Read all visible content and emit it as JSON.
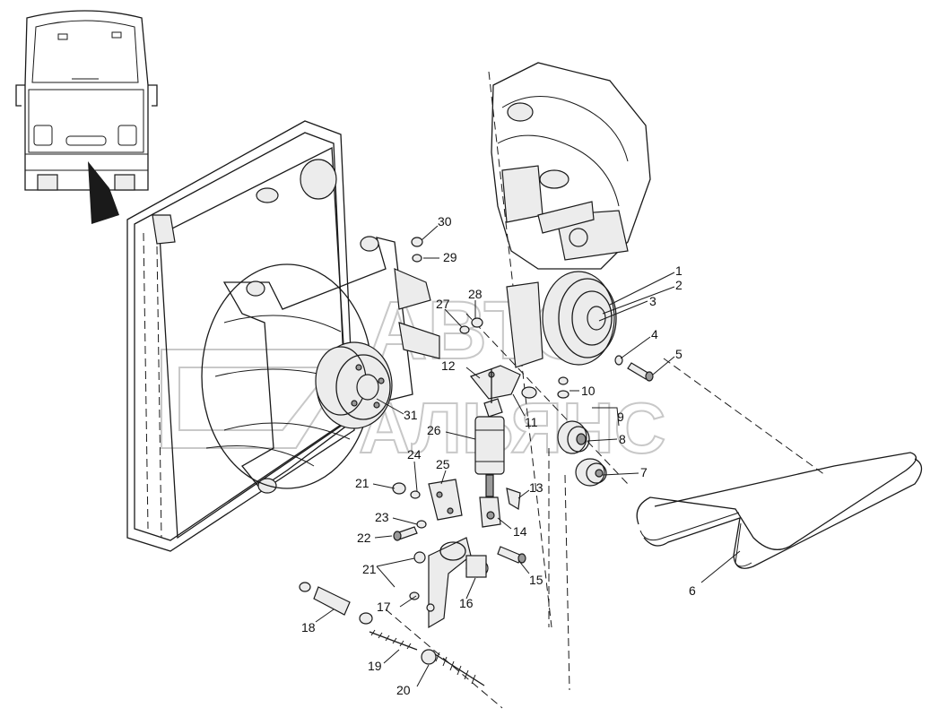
{
  "watermark": {
    "line1": "АВТО",
    "line2": "АЛЬЯНС"
  },
  "callouts": [
    {
      "id": "c1",
      "text": "1"
    },
    {
      "id": "c2",
      "text": "2"
    },
    {
      "id": "c3",
      "text": "3"
    },
    {
      "id": "c4",
      "text": "4"
    },
    {
      "id": "c5",
      "text": "5"
    },
    {
      "id": "c6",
      "text": "6"
    },
    {
      "id": "c7",
      "text": "7"
    },
    {
      "id": "c8",
      "text": "8"
    },
    {
      "id": "c9",
      "text": "9"
    },
    {
      "id": "c10",
      "text": "10"
    },
    {
      "id": "c11",
      "text": "11"
    },
    {
      "id": "c12",
      "text": "12"
    },
    {
      "id": "c13",
      "text": "13"
    },
    {
      "id": "c14",
      "text": "14"
    },
    {
      "id": "c15",
      "text": "15"
    },
    {
      "id": "c16",
      "text": "16"
    },
    {
      "id": "c17",
      "text": "17"
    },
    {
      "id": "c18",
      "text": "18"
    },
    {
      "id": "c19",
      "text": "19"
    },
    {
      "id": "c20",
      "text": "20"
    },
    {
      "id": "c21a",
      "text": "21"
    },
    {
      "id": "c21b",
      "text": "21"
    },
    {
      "id": "c22",
      "text": "22"
    },
    {
      "id": "c23",
      "text": "23"
    },
    {
      "id": "c24",
      "text": "24"
    },
    {
      "id": "c25",
      "text": "25"
    },
    {
      "id": "c26",
      "text": "26"
    },
    {
      "id": "c27",
      "text": "27"
    },
    {
      "id": "c28",
      "text": "28"
    },
    {
      "id": "c29",
      "text": "29"
    },
    {
      "id": "c30",
      "text": "30"
    },
    {
      "id": "c31",
      "text": "31"
    }
  ],
  "colors": {
    "ink": "#1a1a1a",
    "watermark": "#c8c8c8"
  }
}
